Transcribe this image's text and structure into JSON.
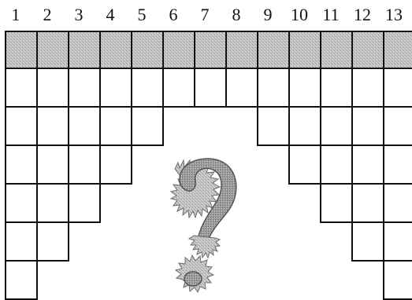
{
  "columns": [
    {
      "label": "1",
      "rows": 6
    },
    {
      "label": "2",
      "rows": 5
    },
    {
      "label": "3",
      "rows": 4
    },
    {
      "label": "4",
      "rows": 3
    },
    {
      "label": "5",
      "rows": 2
    },
    {
      "label": "6",
      "rows": 1
    },
    {
      "label": "7",
      "rows": 1
    },
    {
      "label": "8",
      "rows": 1
    },
    {
      "label": "9",
      "rows": 2
    },
    {
      "label": "10",
      "rows": 3
    },
    {
      "label": "11",
      "rows": 4
    },
    {
      "label": "12",
      "rows": 5
    },
    {
      "label": "13",
      "rows": 6
    }
  ],
  "header_fill": "#bdbdbd",
  "line_color": "#111111",
  "center_icon": "question-mark-icon"
}
